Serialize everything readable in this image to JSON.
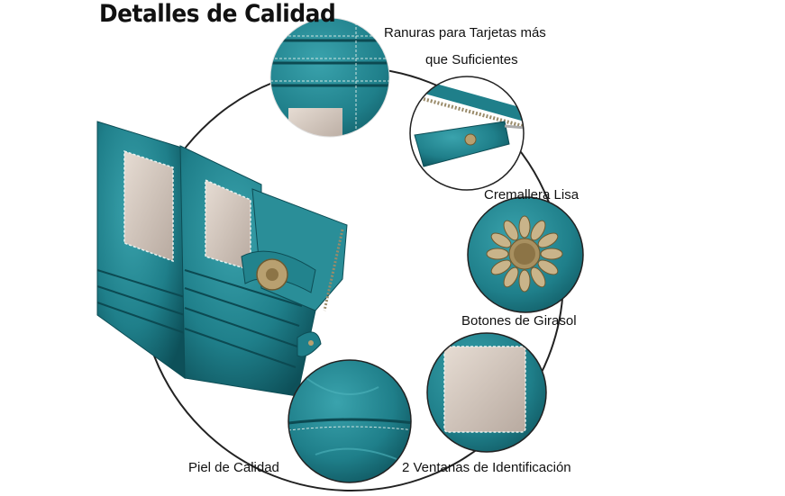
{
  "title": "Detalles de Calidad",
  "labels": {
    "card_slots_line1": "Ranuras para Tarjetas más",
    "card_slots_line2": "que Suficientes",
    "zipper": "Cremallera Lisa",
    "button": "Botones de Girasol",
    "leather": "Piel de Calidad",
    "windows": "2 Ventanas de Identificación"
  },
  "colors": {
    "leather": "#1f7f8a",
    "leather_dark": "#0f5a63",
    "stitch": "#cfe3e0",
    "window": "#cbbfb6",
    "brass": "#b8a070"
  }
}
